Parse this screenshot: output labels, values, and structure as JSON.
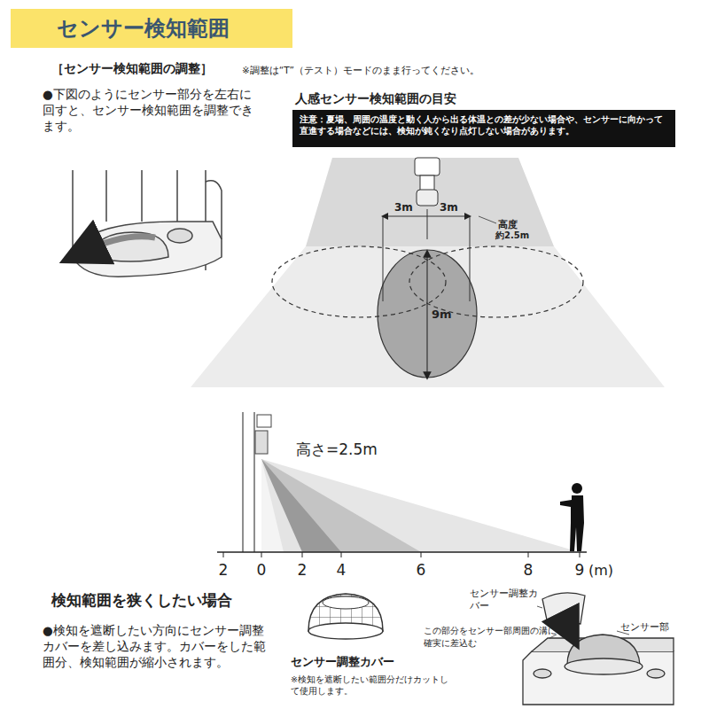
{
  "diagram": {
    "title": "センサー検知範囲",
    "nodes": [
      {
        "text": [
          "センサー検知範囲"
        ]
      },
      {
        "text": [
          "注意：夏場、周囲の温度と動く人から出る体温との差が少ない場合や、センサーに向かって直進する場合などには、検知が鈍くなり点灯しない場合があります。"
        ]
      }
    ],
    "labels": [
      "［センサー検知範囲の調整］",
      "※調整は“T”（テスト）モードのまま行ってください。",
      "●下図のようにセンサー部分を左右に回すと、センサー検知範囲を調整できます。",
      "人感センサー検知範囲の目安",
      "3m",
      "3m",
      "高度",
      "約2.5m",
      "9m",
      "高さ=2.5m",
      "2",
      "0",
      "2",
      "4",
      "6",
      "8",
      "9",
      "(m)",
      "検知範囲を狭くしたい場合",
      "●検知を遮断したい方向にセンサー調整カバーを差し込みます。カバーをした範囲分、検知範囲が縮小されます。",
      "センサー調整カバー",
      "※検知を遮断したい範囲分だけカットして使用します。",
      "センサー調整カバー",
      "この部分をセンサー部周囲の溝に確実に差込む",
      "センサー部"
    ]
  }
}
